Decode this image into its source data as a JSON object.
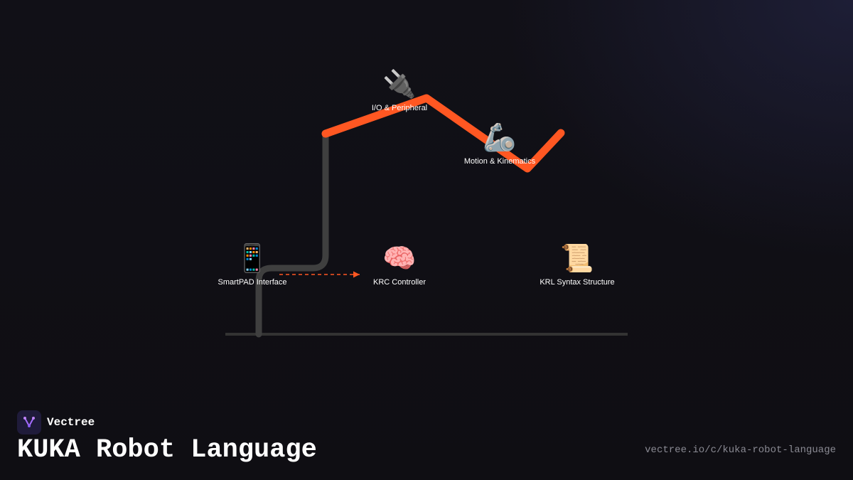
{
  "diagram": {
    "nodes": [
      {
        "id": "smartpad",
        "label": "SmartPAD Interface",
        "icon": "mobile-phone-icon",
        "glyph": "📱"
      },
      {
        "id": "krc",
        "label": "KRC Controller",
        "icon": "brain-icon",
        "glyph": "🧠"
      },
      {
        "id": "krl",
        "label": "KRL Syntax Structure",
        "icon": "scroll-icon",
        "glyph": "📜"
      },
      {
        "id": "io",
        "label": "I/O & Peripheral",
        "icon": "electric-plug-icon",
        "glyph": "🔌"
      },
      {
        "id": "motion",
        "label": "Motion & Kinematics",
        "icon": "mechanical-arm-icon",
        "glyph": "🦾"
      }
    ],
    "colors": {
      "path_active": "#ff5722",
      "path_inactive": "#3f3f3f",
      "baseline": "#333333",
      "connector": "#ff5722"
    }
  },
  "brand": {
    "name": "Vectree",
    "icon": "vectree-logo-icon"
  },
  "page": {
    "title": "KUKA Robot Language",
    "url": "vectree.io/c/kuka-robot-language"
  }
}
